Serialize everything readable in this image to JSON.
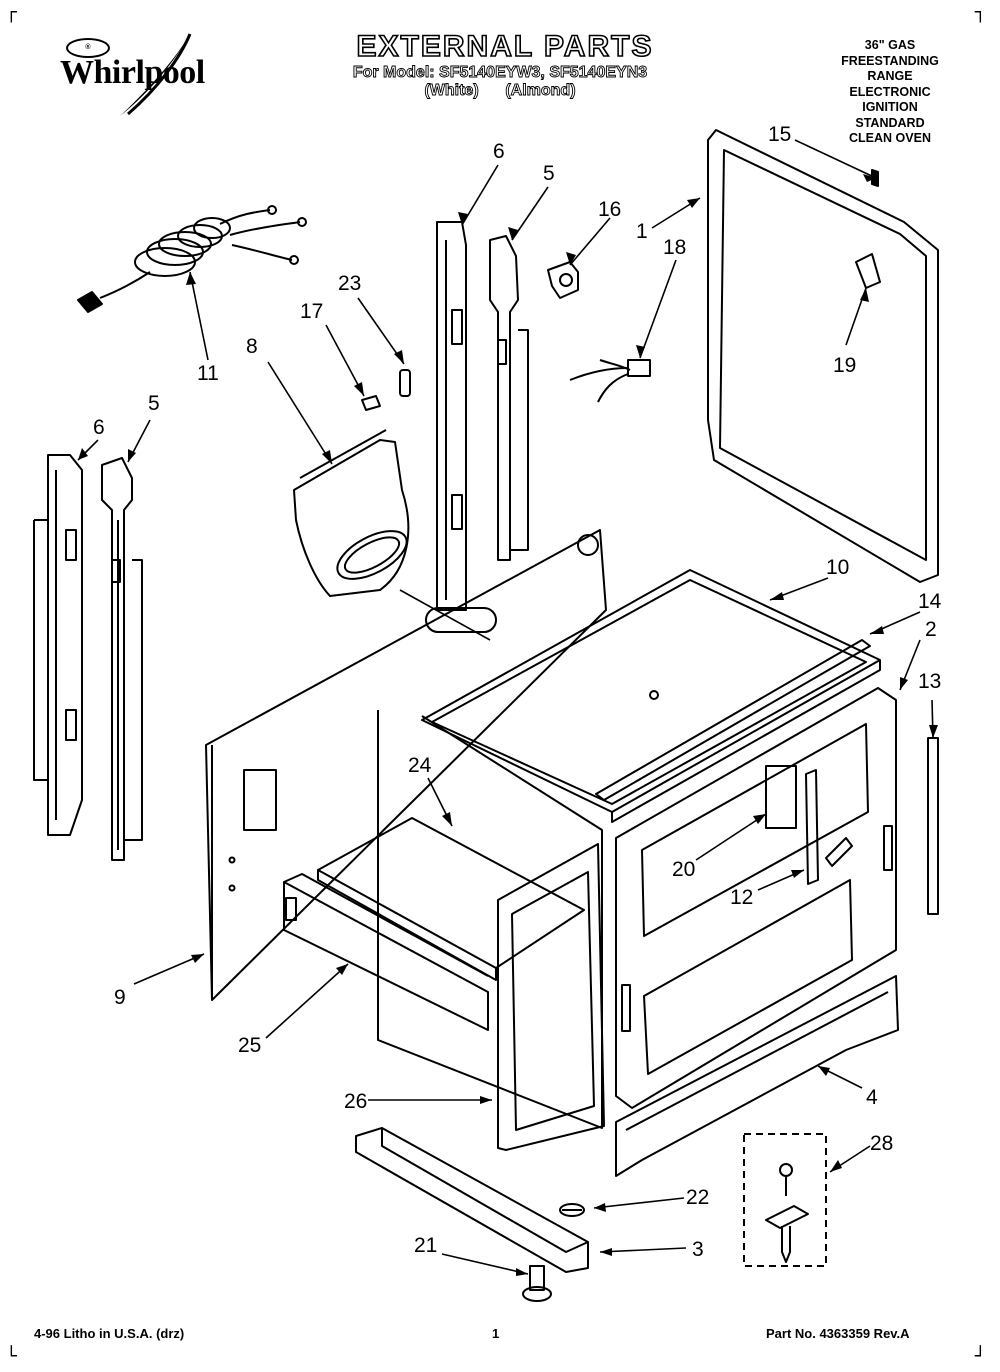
{
  "brand": "Whirlpool",
  "brand_badge": "®",
  "title": "EXTERNAL PARTS",
  "model_line1": "For Model: SF5140EYW3, SF5140EYN3",
  "model_line2": "(White)      (Almond)",
  "spec_lines": [
    "36\" GAS",
    "FREESTANDING",
    "RANGE",
    "ELECTRONIC",
    "IGNITION",
    "STANDARD",
    "CLEAN OVEN"
  ],
  "footer": {
    "left": "4-96 Litho in U.S.A. (drz)",
    "page": "1",
    "part": "Part No. 4363359 Rev.A"
  },
  "corners": {
    "top_left": "⌐",
    "top_right": "¬",
    "bottom_left": "L",
    "bottom_right": "┘"
  },
  "callouts": {
    "c1": "1",
    "c2": "2",
    "c3": "3",
    "c4": "4",
    "c5a": "5",
    "c5b": "5",
    "c6a": "6",
    "c6b": "6",
    "c8": "8",
    "c9": "9",
    "c10": "10",
    "c11": "11",
    "c12": "12",
    "c13": "13",
    "c14": "14",
    "c15": "15",
    "c16": "16",
    "c17": "17",
    "c18": "18",
    "c19": "19",
    "c20": "20",
    "c21": "21",
    "c22": "22",
    "c23": "23",
    "c24": "24",
    "c25": "25",
    "c26": "26",
    "c28": "28"
  }
}
